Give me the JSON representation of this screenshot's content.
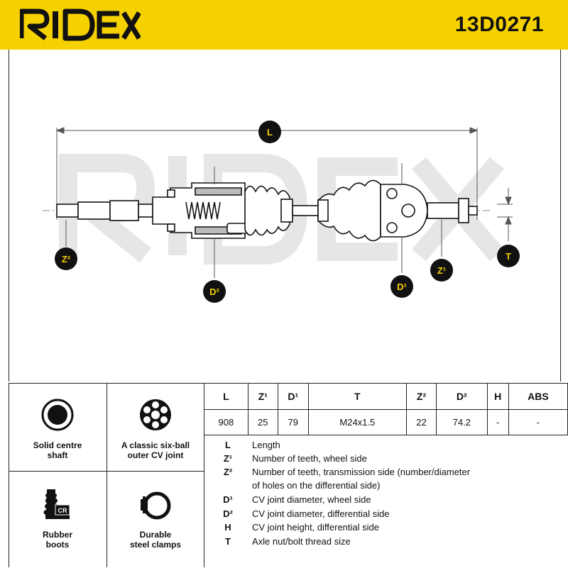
{
  "header": {
    "brand": "RIDEX",
    "part_number": "13D0271"
  },
  "drawing": {
    "watermark": "RIDEX",
    "labels": {
      "L": "L",
      "Z2": "Z²",
      "D2": "D²",
      "D1": "D¹",
      "Z1": "Z¹",
      "T": "T"
    }
  },
  "features": [
    {
      "icon": "solid-shaft-icon",
      "caption_lines": [
        "Solid centre",
        "shaft"
      ]
    },
    {
      "icon": "six-ball-joint-icon",
      "caption_lines": [
        "A classic six-ball",
        "outer CV joint"
      ]
    },
    {
      "icon": "rubber-boot-icon",
      "badge": "CR",
      "caption_lines": [
        "Rubber",
        "boots"
      ]
    },
    {
      "icon": "steel-clamp-icon",
      "caption_lines": [
        "Durable",
        "steel clamps"
      ]
    }
  ],
  "specs": {
    "headers": [
      "L",
      "Z¹",
      "D¹",
      "T",
      "Z²",
      "D²",
      "H",
      "ABS"
    ],
    "values": [
      "908",
      "25",
      "79",
      "M24x1.5",
      "22",
      "74.2",
      "-",
      "-"
    ]
  },
  "legend": [
    {
      "symbol": "L",
      "lines": [
        "Length"
      ]
    },
    {
      "symbol": "Z¹",
      "lines": [
        "Number of teeth, wheel side"
      ]
    },
    {
      "symbol": "Z²",
      "lines": [
        "Number of teeth, transmission side (number/diameter",
        "of holes on the differential side)"
      ]
    },
    {
      "symbol": "D¹",
      "lines": [
        "CV joint diameter, wheel side"
      ]
    },
    {
      "symbol": "D²",
      "lines": [
        "CV joint diameter, differential side"
      ]
    },
    {
      "symbol": "H",
      "lines": [
        "CV joint height, differential side"
      ]
    },
    {
      "symbol": "T",
      "lines": [
        "Axle nut/bolt thread size"
      ]
    }
  ],
  "colors": {
    "brand_yellow": "#f5d100",
    "ink": "#111111",
    "watermark": "#e6e6e6"
  }
}
